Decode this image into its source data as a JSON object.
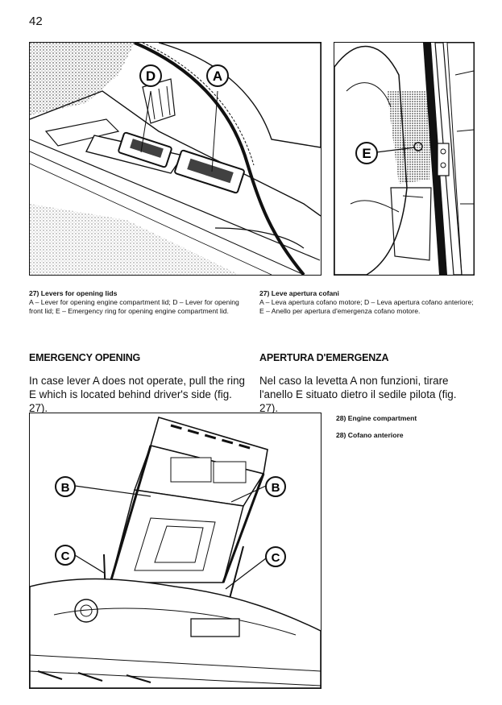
{
  "page_number": "42",
  "figure27": {
    "callouts": {
      "d": "D",
      "a": "A",
      "e": "E"
    }
  },
  "caption27_en": {
    "title": "27) Levers for opening lids",
    "text": "A – Lever for opening engine compartment lid; D – Lever for opening front lid; E – Emergency ring for opening engine compartment lid."
  },
  "caption27_it": {
    "title": "27) Leve apertura cofani",
    "text": "A – Leva apertura cofano motore; D – Leva apertura cofano anteriore; E – Anello per apertura d'emergenza cofano motore."
  },
  "section_en": {
    "heading": "EMERGENCY OPENING",
    "body": "In case lever A does not operate, pull the ring E which is located behind driver's side (fig. 27)."
  },
  "section_it": {
    "heading": "APERTURA D'EMERGENZA",
    "body": "Nel caso la levetta A non funzioni, tirare l'anello E situato dietro il sedile pilota (fig. 27)."
  },
  "figure28": {
    "callouts": {
      "b_left": "B",
      "b_right": "B",
      "c_left": "C",
      "c_right": "C"
    },
    "label_en": "28) Engine compartment",
    "label_it": "28) Cofano anteriore"
  }
}
